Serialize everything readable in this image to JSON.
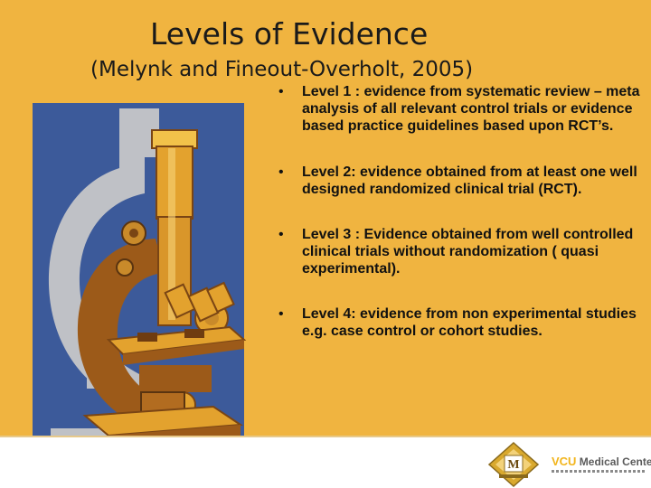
{
  "slide": {
    "title": "Levels of Evidence",
    "subtitle": "(Melynk and Fineout-Overholt, 2005)",
    "bullet_glyph": "•",
    "bullets": [
      {
        "text": "Level 1 : evidence from systematic review – meta analysis of all relevant control trials or evidence based practice guidelines based upon RCT’s."
      },
      {
        "text": "Level 2: evidence obtained from at least one well designed  randomized clinical trial (RCT)."
      },
      {
        "text": "Level 3 : Evidence obtained from well controlled clinical trials without randomization ( quasi experimental)."
      },
      {
        "text": "Level 4: evidence from non experimental studies e.g. case control or cohort studies."
      }
    ],
    "illustration_icon": "microscope-icon"
  },
  "footer": {
    "logo_letter": "M",
    "logo_icon": "magnet-recognition-logo-icon",
    "vcu_mark": "VCU",
    "vcu_name": "Medical Center"
  },
  "colors": {
    "background": "#f0b440",
    "panel": "#3c5a9a",
    "brass": "#e3a22e",
    "bronze": "#9c5a19",
    "shadow": "#bfc1c6"
  }
}
